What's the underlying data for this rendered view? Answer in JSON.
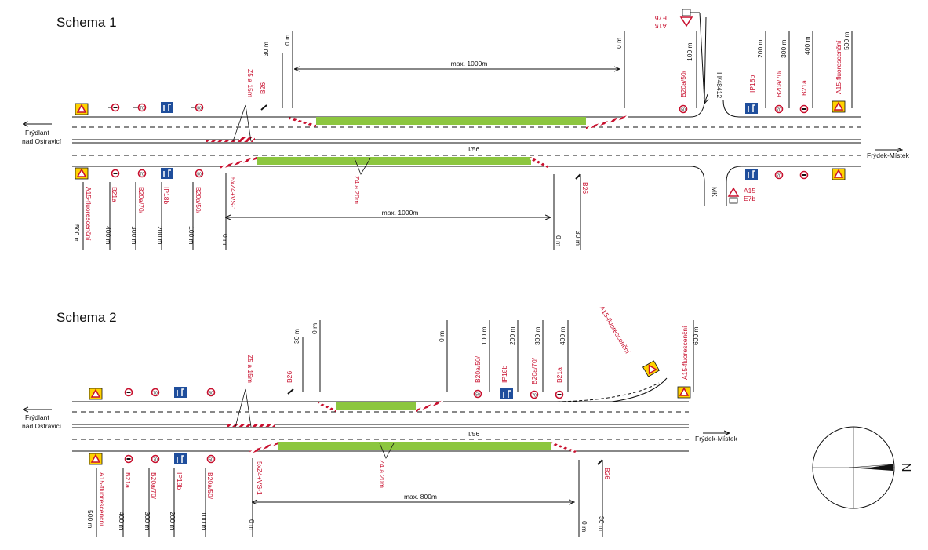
{
  "schema1": {
    "title": "Schema 1",
    "left_city": [
      "Frýdlant",
      "nad Ostravicí"
    ],
    "right_city": "Frýdek-Místek",
    "road_label": "I/56",
    "side_road_label": "III/48412",
    "mk_label": "MK",
    "max_top": "max. 1000m",
    "max_bottom": "max. 1000m",
    "z5": "Z5 a 15m",
    "z4": "Z4 a 20m",
    "zvs": "5xZ4+VS-1",
    "top_left_dist": [
      "30 m",
      "0 m"
    ],
    "top_left_sign": "B26",
    "top_mid_dist": "0 m",
    "a15_top": "A15",
    "e7b_top": "E7b",
    "top_right_signs": [
      "B20a/50/",
      "IP18b",
      "B20a/70/",
      "B21a",
      "A15-fluorescenční"
    ],
    "top_right_dist": [
      "100 m",
      "200 m",
      "300 m",
      "400 m",
      "500 m"
    ],
    "bottom_left_signs": [
      "A15-fluorescenční",
      "B21a",
      "B20a/70/",
      "IP18b",
      "B20a/50/"
    ],
    "bottom_left_dist": [
      "500 m",
      "400 m",
      "300 m",
      "200 m",
      "100 m"
    ],
    "bottom_zero": "0 m",
    "bottom_right_sign": "B26",
    "bottom_right_dist": [
      "0 m",
      "30 m"
    ],
    "a15_bottom": "A15",
    "e7b_bottom": "E7b"
  },
  "schema2": {
    "title": "Schema 2",
    "left_city": [
      "Frýdlant",
      "nad Ostravicí"
    ],
    "right_city": "Frýdek-Místek",
    "road_label": "I/56",
    "max_bottom": "max. 800m",
    "z5": "Z5 a 15m",
    "z4": "Z4 a 20m",
    "zvs": "5xZ4+VS-1",
    "top_left_dist": [
      "30 m",
      "0 m"
    ],
    "top_left_sign": "B26",
    "top_mid_dist": "0 m",
    "top_right_signs": [
      "B20a/50/",
      "IP18b",
      "B20a/70/",
      "B21a"
    ],
    "top_right_dist": [
      "100 m",
      "200 m",
      "300 m",
      "400 m"
    ],
    "a15_diag": "A15-fluorescenční",
    "a15_far": "A15-fluorescenční",
    "far_dist": "600 m",
    "bottom_left_signs": [
      "A15-fluorescenční",
      "B21a",
      "B20a/70/",
      "IP18b",
      "B20a/50/"
    ],
    "bottom_left_dist": [
      "500 m",
      "400 m",
      "300 m",
      "200 m",
      "100 m"
    ],
    "bottom_zero": "0 m",
    "bottom_right_sign": "B26",
    "bottom_right_dist": [
      "0 m",
      "30 m"
    ]
  },
  "compass": {
    "label": "N"
  },
  "colors": {
    "sign_red": "#c8102e",
    "work_zone_green": "#8cc63f",
    "sign_yellow": "#ffd200",
    "info_blue": "#1f4e9c"
  }
}
